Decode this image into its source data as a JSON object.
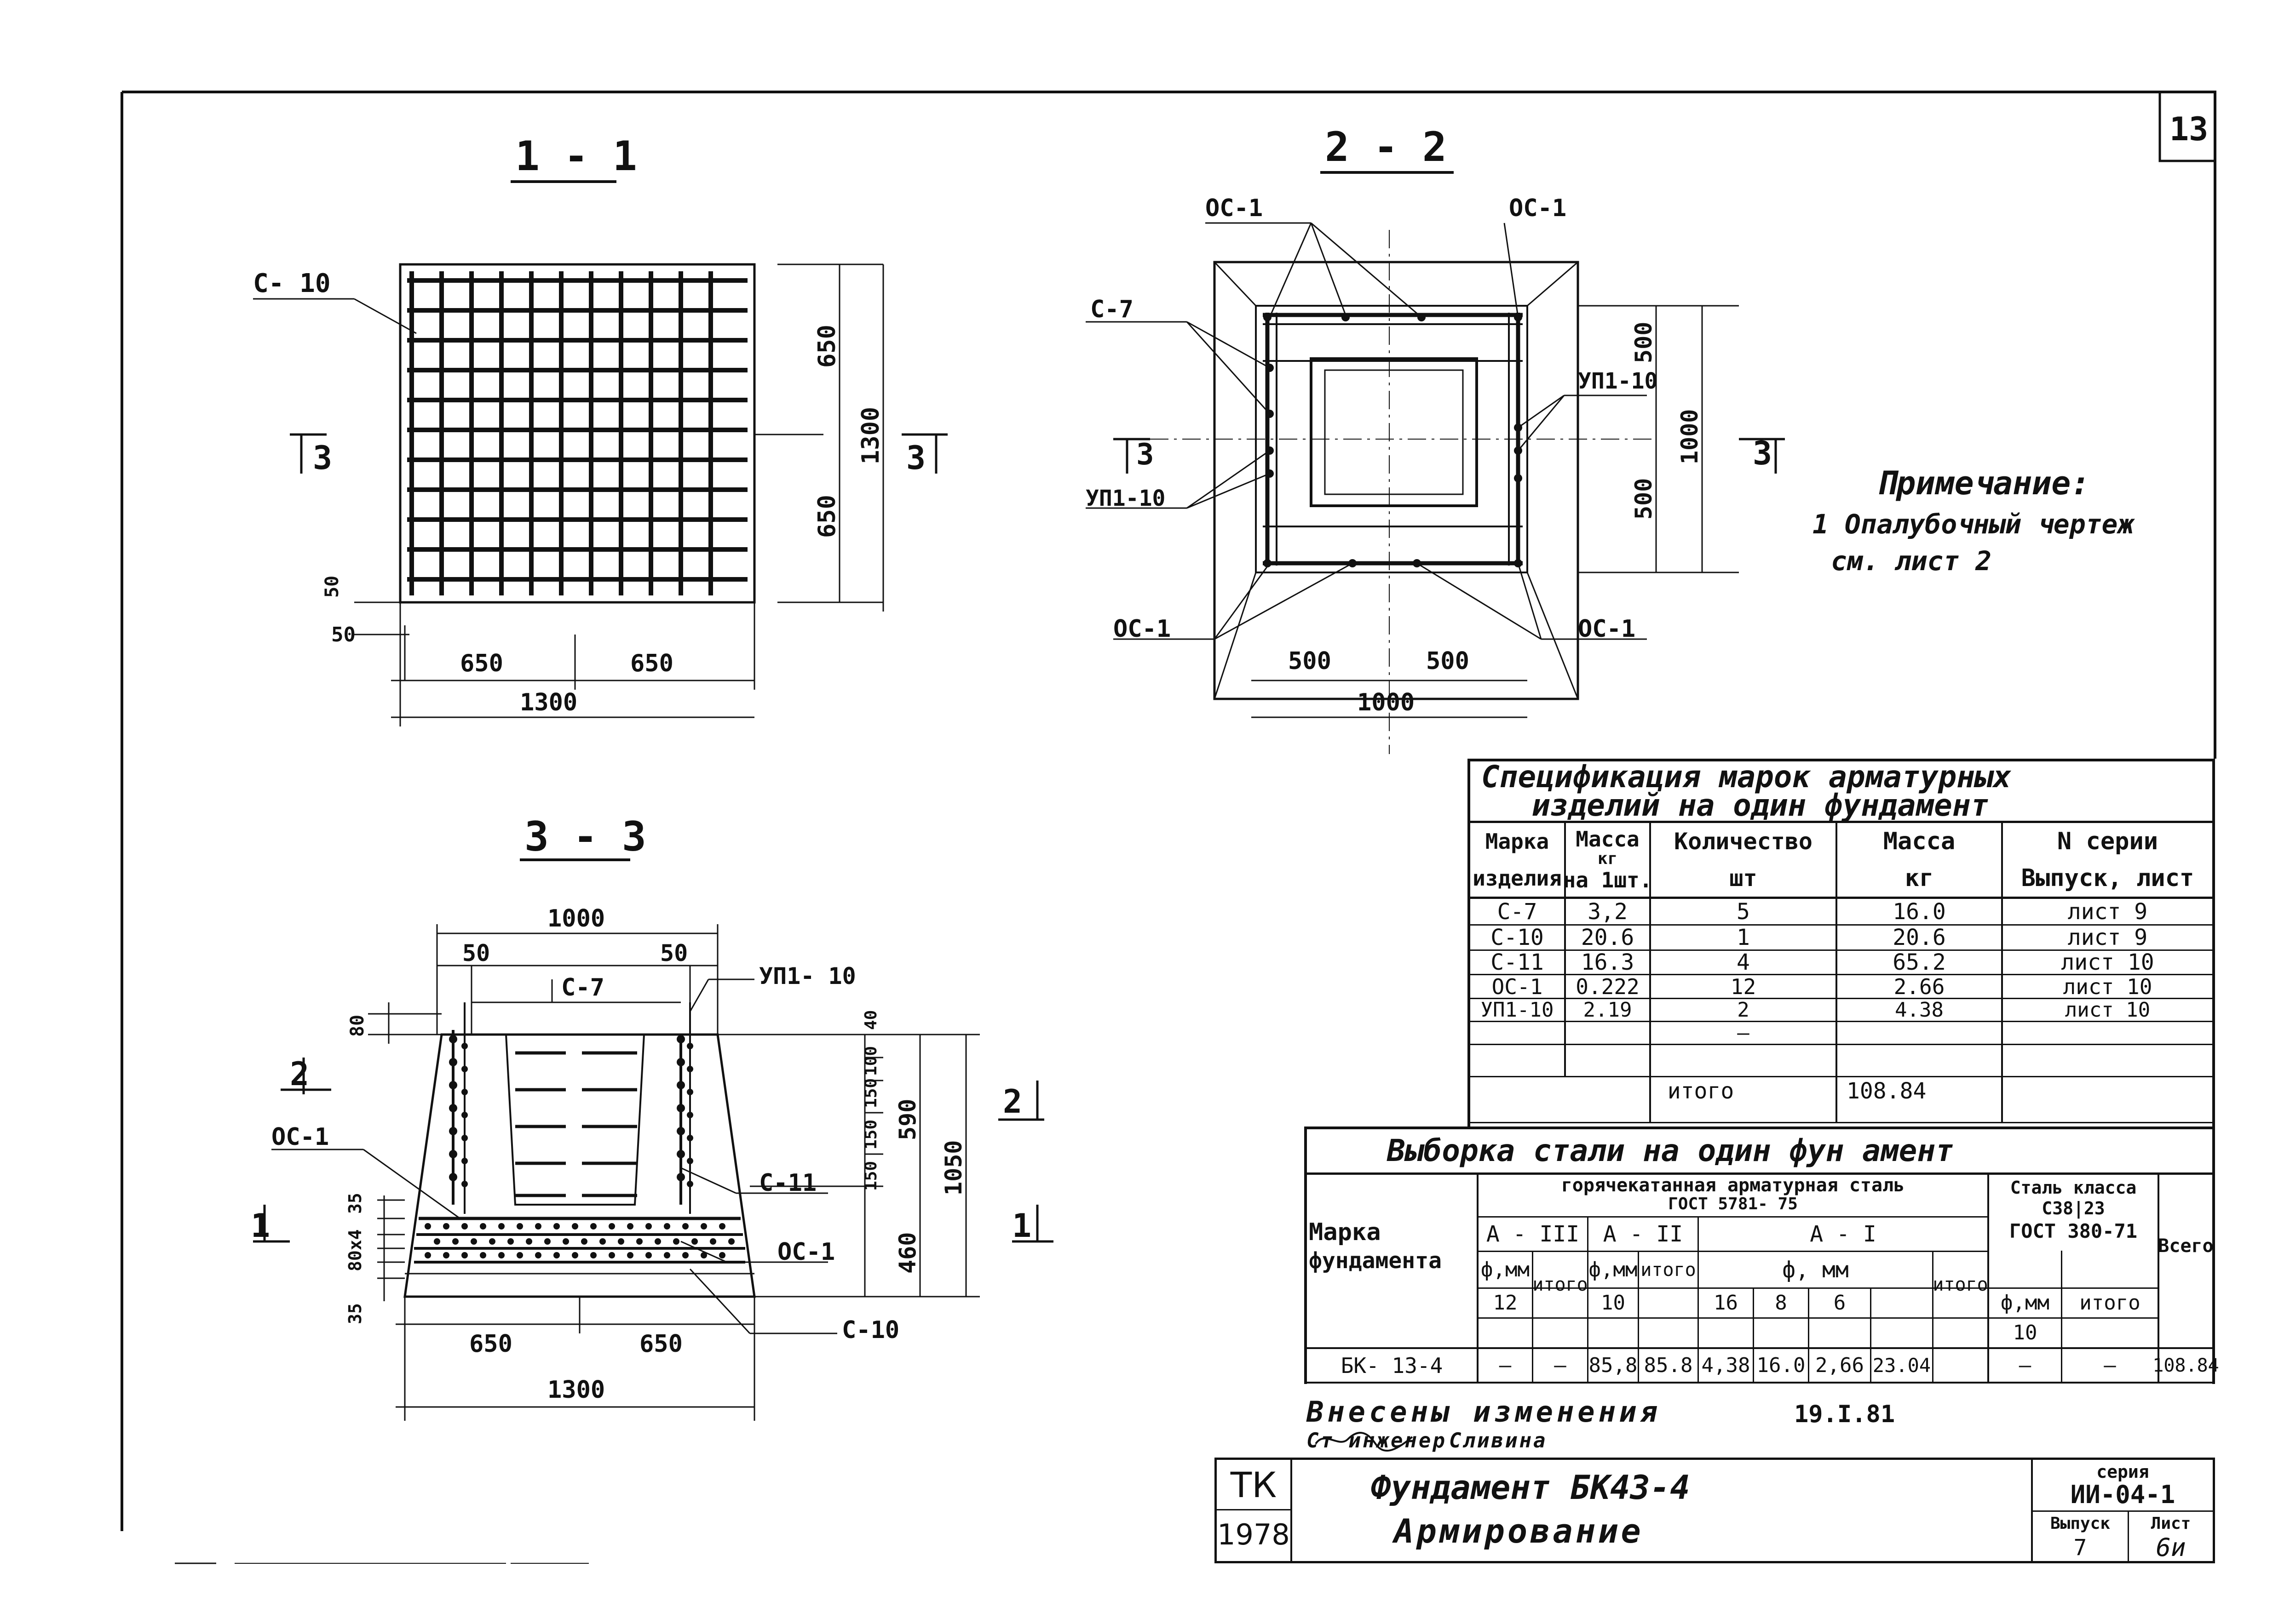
{
  "sheet_number": "13",
  "sections": {
    "s11": {
      "title": "1 - 1",
      "callout_c10": "С- 10",
      "dims": {
        "d650_top": "650",
        "d650_bottom": "650",
        "d1300_v": "1300",
        "d650_h_left": "650",
        "d650_h_right": "650",
        "d1300_h": "1300",
        "d50_a": "50",
        "d50_b": "50"
      },
      "cut_left": "3",
      "cut_right": "3"
    },
    "s22": {
      "title": "2 - 2",
      "labels": {
        "oc1_tl": "ОС-1",
        "oc1_tr": "ОС-1",
        "c7": "С-7",
        "upl_right": "УП1-10",
        "upl_left": "УП1-10",
        "oc1_bl": "ОС-1",
        "oc1_br": "ОС-1"
      },
      "dims": {
        "d500_top": "500",
        "d500_bottom": "500",
        "d1000_v": "1000",
        "d500_h_left": "500",
        "d500_h_right": "500",
        "d1000_h": "1000"
      },
      "cut_left": "3",
      "cut_right": "3"
    },
    "s33": {
      "title": "3 - 3",
      "labels": {
        "c7": "С-7",
        "upl": "УП1- 10",
        "oc1_left": "ОС-1",
        "c11": "С-11",
        "oc1_right": "ОС-1",
        "c10": "С-10"
      },
      "dims": {
        "d1000": "1000",
        "d50_l": "50",
        "d50_r": "50",
        "d80": "80",
        "d40": "40",
        "d100": "100",
        "d150a": "150",
        "d150b": "150",
        "d150c": "150",
        "d590": "590",
        "d1050": "1050",
        "d460": "460",
        "d35a": "35",
        "d80x4": "80х4",
        "d35b": "35",
        "d650_l": "650",
        "d650_r": "650",
        "d1300": "1300"
      },
      "cut_left": "2",
      "cut_right": "2",
      "cut_left2": "1",
      "cut_right2": "1"
    }
  },
  "note": {
    "title": "Примечание:",
    "line1": "1 Опалубочный чертеж",
    "line2": "см.  лист 2"
  },
  "spec_table": {
    "title1": "Спецификация  марок  арматурных",
    "title2": "изделий  на  один  фундамент",
    "headers": {
      "mark1": "Марка",
      "mark2": "изделия",
      "mass1": "Масса",
      "mass_unit": "кг",
      "mass2": "на 1шт.",
      "qty1": "Количество",
      "qty2": "шт",
      "total_mass1": "Масса",
      "total_mass2": "кг",
      "series1": "N серии",
      "series2": "Выпуск, лист"
    },
    "rows": [
      {
        "mark": "С-7",
        "mass": "3,2",
        "qty": "5",
        "total": "16.0",
        "ref": "лист 9"
      },
      {
        "mark": "С-10",
        "mass": "20.6",
        "qty": "1",
        "total": "20.6",
        "ref": "лист 9"
      },
      {
        "mark": "С-11",
        "mass": "16.3",
        "qty": "4",
        "total": "65.2",
        "ref": "лист 10"
      },
      {
        "mark": "ОС-1",
        "mass": "0.222",
        "qty": "12",
        "total": "2.66",
        "ref": "лист 10"
      },
      {
        "mark": "УП1-10",
        "mass": "2.19",
        "qty": "2",
        "total": "4.38",
        "ref": "лист 10"
      },
      {
        "mark": "",
        "mass": "",
        "qty": "–",
        "total": "",
        "ref": ""
      }
    ],
    "total_label": "итого",
    "total_value": "108.84"
  },
  "steel_table": {
    "title": "Выборка  стали  на  один  фун  амент",
    "group_label1": "горячекатанная арматурная сталь",
    "group_label2": "ГОСТ   5781- 75",
    "class_label1": "Сталь класса",
    "class_label2": "С38|23",
    "class_label3": "ГОСТ 380-71",
    "mark_label1": "Марка",
    "mark_label2": "фундамента",
    "total_label": "Всего",
    "a3": "А - III",
    "a2": "А - II",
    "a1": "А - I",
    "phi_mm": "ф,мм",
    "phi_mm_a1": "ф,  мм",
    "itogo": "итого",
    "diam": {
      "a3": "12",
      "a2": "10",
      "a1_1": "16",
      "a1_2": "8",
      "a1_3": "6",
      "cls": "10"
    },
    "row": {
      "mark": "БК- 13-4",
      "a3_12": "—",
      "a3_total": "—",
      "a2_10": "85,8",
      "a2_total": "85.8",
      "a1_16": "4,38",
      "a1_8": "16.0",
      "a1_6": "2,66",
      "a1_total": "23.04",
      "cls_10": "—",
      "cls_total": "—",
      "total": "108.84"
    }
  },
  "changes": {
    "line1": "Внесены  изменения",
    "date": "19.I.81",
    "engineer": "Ст инженер",
    "name": "Сливина"
  },
  "title_block": {
    "org": "ТК",
    "year": "1978",
    "title1": "Фундамент   БК43-4",
    "title2": "Армирование",
    "series_label": "серия",
    "series_value": "ИИ-04-1",
    "issue_label": "Выпуск",
    "sheet_label": "Лист",
    "issue_value": "7",
    "sheet_value": "6и"
  }
}
